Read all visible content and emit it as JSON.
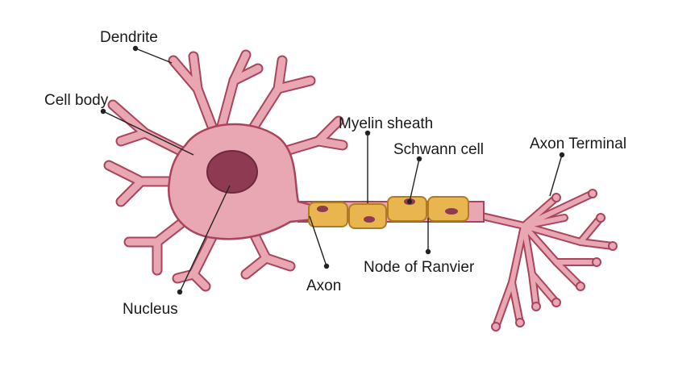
{
  "labels": {
    "dendrite": "Dendrite",
    "cell_body": "Cell body",
    "myelin_sheath": "Myelin sheath",
    "schwann_cell": "Schwann cell",
    "axon_terminal": "Axon Terminal",
    "axon": "Axon",
    "node_of_ranvier": "Node of Ranvier",
    "nucleus": "Nucleus"
  },
  "colors": {
    "neuron_fill": "#e9a6b3",
    "neuron_outline": "#a8455d",
    "nucleus": "#8e3a52",
    "myelin_fill": "#e8b54f",
    "myelin_outline": "#b07a22",
    "schwann_nucleus": "#8e3a52"
  }
}
